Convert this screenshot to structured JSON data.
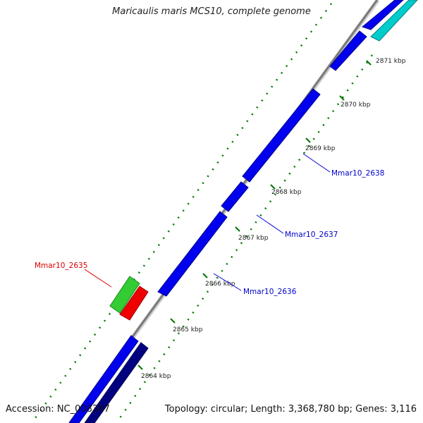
{
  "title": "Maricaulis maris MCS10, complete genome",
  "accession": "Accession: NC_008347",
  "summary": "Topology: circular; Length: 3,368,780 bp; Genes: 3,116",
  "ticks": [
    "2864 kbp",
    "2865 kbp",
    "2866 kbp",
    "2867 kbp",
    "2868 kbp",
    "2869 kbp",
    "2870 kbp",
    "2871 kbp"
  ],
  "genes": [
    {
      "label": "Mmar10_2635",
      "color": "#dd0000"
    },
    {
      "label": "Mmar10_2636",
      "color": "#0000cc"
    },
    {
      "label": "Mmar10_2637",
      "color": "#0000cc"
    },
    {
      "label": "Mmar10_2638",
      "color": "#0000cc"
    }
  ],
  "colors": {
    "forward_gene": "#0000ee",
    "dark_gene": "#000080",
    "cyan_gene": "#00cccc",
    "green_gene": "#33cc33",
    "red_gene": "#ee0000",
    "backbone": "#808080",
    "tick": "#007700"
  }
}
